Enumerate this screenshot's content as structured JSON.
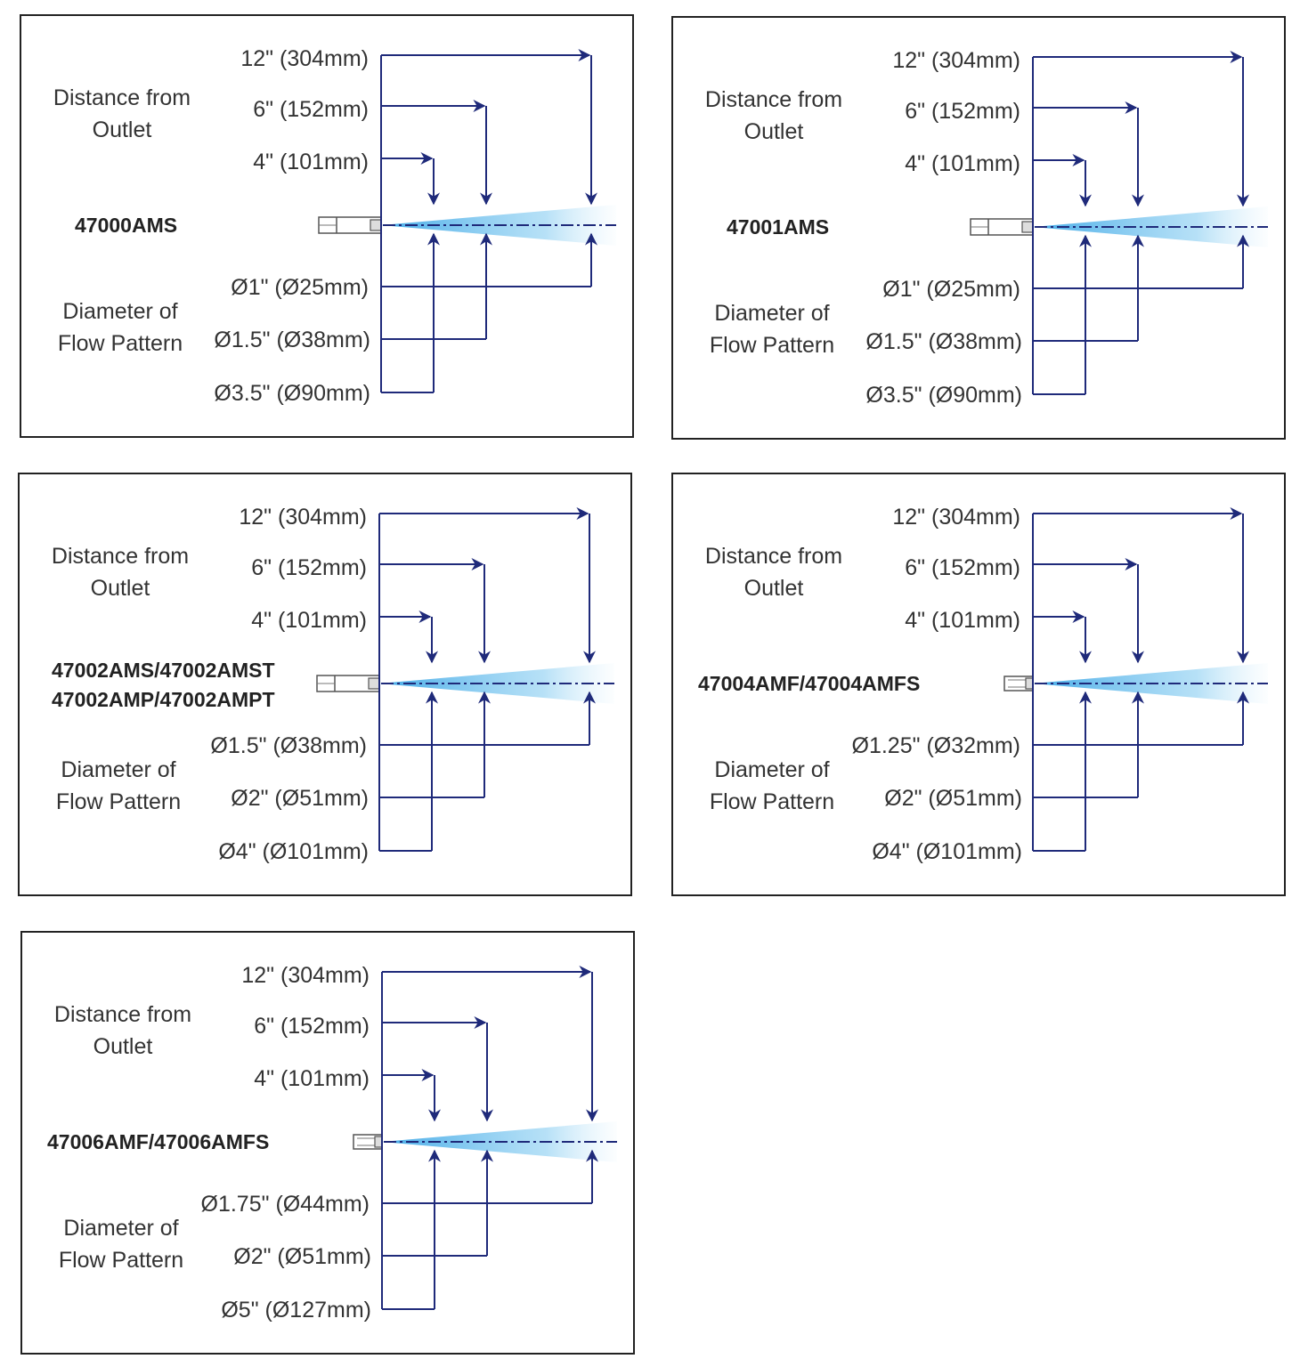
{
  "colors": {
    "line": "#1f2a7a",
    "spray": "#5bb8ea",
    "border": "#222222",
    "text": "#333333"
  },
  "panels": [
    {
      "model_lines": [
        "47000AMS"
      ],
      "distance_title": [
        "Distance from",
        "Outlet"
      ],
      "diameter_title": [
        "Diameter of",
        "Flow Pattern"
      ],
      "distances": [
        "12\" (304mm)",
        "6\" (152mm)",
        "4\" (101mm)"
      ],
      "diameters": [
        "Ø1\" (Ø25mm)",
        "Ø1.5\" (Ø38mm)",
        "Ø3.5\" (Ø90mm)"
      ],
      "nozzle": "long"
    },
    {
      "model_lines": [
        "47001AMS"
      ],
      "distance_title": [
        "Distance from",
        "Outlet"
      ],
      "diameter_title": [
        "Diameter of",
        "Flow Pattern"
      ],
      "distances": [
        "12\" (304mm)",
        "6\" (152mm)",
        "4\" (101mm)"
      ],
      "diameters": [
        "Ø1\" (Ø25mm)",
        "Ø1.5\" (Ø38mm)",
        "Ø3.5\" (Ø90mm)"
      ],
      "nozzle": "long"
    },
    {
      "model_lines": [
        "47002AMS/47002AMST",
        "47002AMP/47002AMPT"
      ],
      "distance_title": [
        "Distance from",
        "Outlet"
      ],
      "diameter_title": [
        "Diameter of",
        "Flow Pattern"
      ],
      "distances": [
        "12\" (304mm)",
        "6\" (152mm)",
        "4\" (101mm)"
      ],
      "diameters": [
        "Ø1.5\" (Ø38mm)",
        "Ø2\" (Ø51mm)",
        "Ø4\" (Ø101mm)"
      ],
      "nozzle": "long"
    },
    {
      "model_lines": [
        "47004AMF/47004AMFS"
      ],
      "distance_title": [
        "Distance from",
        "Outlet"
      ],
      "diameter_title": [
        "Diameter of",
        "Flow Pattern"
      ],
      "distances": [
        "12\" (304mm)",
        "6\" (152mm)",
        "4\" (101mm)"
      ],
      "diameters": [
        "Ø1.25\" (Ø32mm)",
        "Ø2\" (Ø51mm)",
        "Ø4\" (Ø101mm)"
      ],
      "nozzle": "short"
    },
    {
      "model_lines": [
        "47006AMF/47006AMFS"
      ],
      "distance_title": [
        "Distance from",
        "Outlet"
      ],
      "diameter_title": [
        "Diameter of",
        "Flow Pattern"
      ],
      "distances": [
        "12\" (304mm)",
        "6\" (152mm)",
        "4\" (101mm)"
      ],
      "diameters": [
        "Ø1.75\" (Ø44mm)",
        "Ø2\" (Ø51mm)",
        "Ø5\" (Ø127mm)"
      ],
      "nozzle": "short"
    }
  ]
}
